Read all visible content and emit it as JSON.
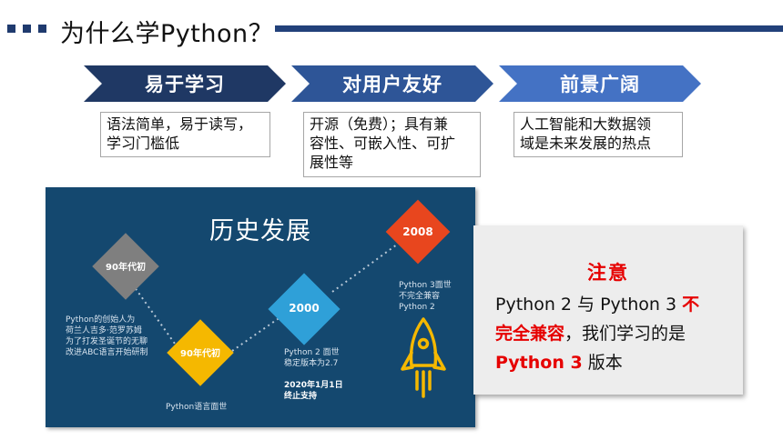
{
  "header": {
    "title": "为什么学Python？"
  },
  "features": [
    {
      "label": "易于学习",
      "desc_lines": [
        "语法简单，易于读写，",
        "学习门槛低"
      ],
      "color": "#1f3864"
    },
    {
      "label": "对用户友好",
      "desc_lines": [
        "开源（免费）；具有兼",
        "容性、可嵌入性、可扩",
        "展性等"
      ],
      "color": "#2e5597"
    },
    {
      "label": "前景广阔",
      "desc_lines": [
        "人工智能和大数据领",
        "域是未来发展的热点"
      ],
      "color": "#4472c4"
    }
  ],
  "history": {
    "title": "历史发展",
    "milestones": [
      {
        "label": "90年代初",
        "color": "#7f7f7f"
      },
      {
        "label": "90年代初",
        "color": "#f5b800"
      },
      {
        "label": "2000",
        "color": "#2fa0d8"
      },
      {
        "label": "2008",
        "color": "#e8461e"
      }
    ],
    "notes": {
      "origin": [
        "Python的创始人为",
        "荷兰人吉多·范罗苏姆",
        "为了打发圣诞节的无聊",
        "改进ABC语言开始研制"
      ],
      "birth": "Python语言面世",
      "py2": [
        "Python 2 面世",
        "稳定版本为2.7"
      ],
      "eol": [
        "2020年1月1日",
        "终止支持"
      ],
      "py3": [
        "Python 3面世",
        "不完全兼容",
        "Python 2"
      ]
    }
  },
  "note": {
    "title": "注意",
    "line1_a": "Python 2 与 Python 3 ",
    "line1_b": "不",
    "line2_a": "完全兼容",
    "line2_b": "，我们学习的是",
    "line3_a": "Python 3",
    "line3_b": " 版本"
  }
}
